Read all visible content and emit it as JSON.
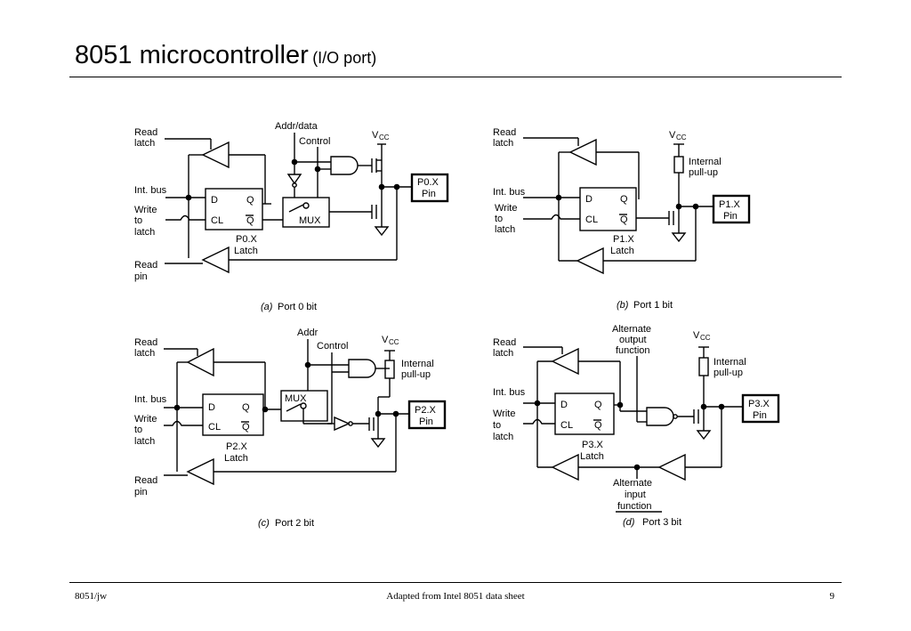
{
  "title": {
    "main": "8051 microcontroller",
    "sub": "(I/O port)"
  },
  "footer": {
    "left": "8051/jw",
    "center": "Adapted from Intel 8051 data sheet",
    "page": "9"
  },
  "diagrams": {
    "a": {
      "read_latch_1": "Read",
      "read_latch_2": "latch",
      "int_bus": "Int. bus",
      "write_1": "Write",
      "write_2": "to",
      "write_3": "latch",
      "read_pin_1": "Read",
      "read_pin_2": "pin",
      "d": "D",
      "q": "Q",
      "cl": "CL",
      "qbar": "Q",
      "latch_1": "P0.X",
      "latch_2": "Latch",
      "addr": "Addr/data",
      "control": "Control",
      "vcc": "V",
      "vcc_sub": "CC",
      "mux": "MUX",
      "pin_1": "P0.X",
      "pin_2": "Pin",
      "caption_letter": "(a)",
      "caption": "Port 0 bit"
    },
    "b": {
      "read_latch_1": "Read",
      "read_latch_2": "latch",
      "int_bus": "Int. bus",
      "write_1": "Write",
      "write_2": "to",
      "write_3": "latch",
      "d": "D",
      "q": "Q",
      "cl": "CL",
      "qbar": "Q",
      "latch_1": "P1.X",
      "latch_2": "Latch",
      "vcc": "V",
      "vcc_sub": "CC",
      "pullup_1": "Internal",
      "pullup_2": "pull-up",
      "pin_1": "P1.X",
      "pin_2": "Pin",
      "caption_letter": "(b)",
      "caption": "Port 1 bit"
    },
    "c": {
      "read_latch_1": "Read",
      "read_latch_2": "latch",
      "int_bus": "Int. bus",
      "write_1": "Write",
      "write_2": "to",
      "write_3": "latch",
      "read_pin_1": "Read",
      "read_pin_2": "pin",
      "d": "D",
      "q": "Q",
      "cl": "CL",
      "qbar": "Q",
      "latch_1": "P2.X",
      "latch_2": "Latch",
      "addr": "Addr",
      "control": "Control",
      "vcc": "V",
      "vcc_sub": "CC",
      "pullup_1": "Internal",
      "pullup_2": "pull-up",
      "mux": "MUX",
      "pin_1": "P2.X",
      "pin_2": "Pin",
      "caption_letter": "(c)",
      "caption": "Port 2 bit"
    },
    "d": {
      "read_latch_1": "Read",
      "read_latch_2": "latch",
      "int_bus": "Int. bus",
      "write_1": "Write",
      "write_2": "to",
      "write_3": "latch",
      "d": "D",
      "q": "Q",
      "cl": "CL",
      "qbar": "Q",
      "latch_1": "P3.X",
      "latch_2": "Latch",
      "alt_out_1": "Alternate",
      "alt_out_2": "output",
      "alt_out_3": "function",
      "vcc": "V",
      "vcc_sub": "CC",
      "pullup_1": "Internal",
      "pullup_2": "pull-up",
      "pin_1": "P3.X",
      "pin_2": "Pin",
      "alt_in_1": "Alternate",
      "alt_in_2": "input",
      "alt_in_3": "function",
      "caption_letter": "(d)",
      "caption": "Port 3 bit"
    }
  }
}
